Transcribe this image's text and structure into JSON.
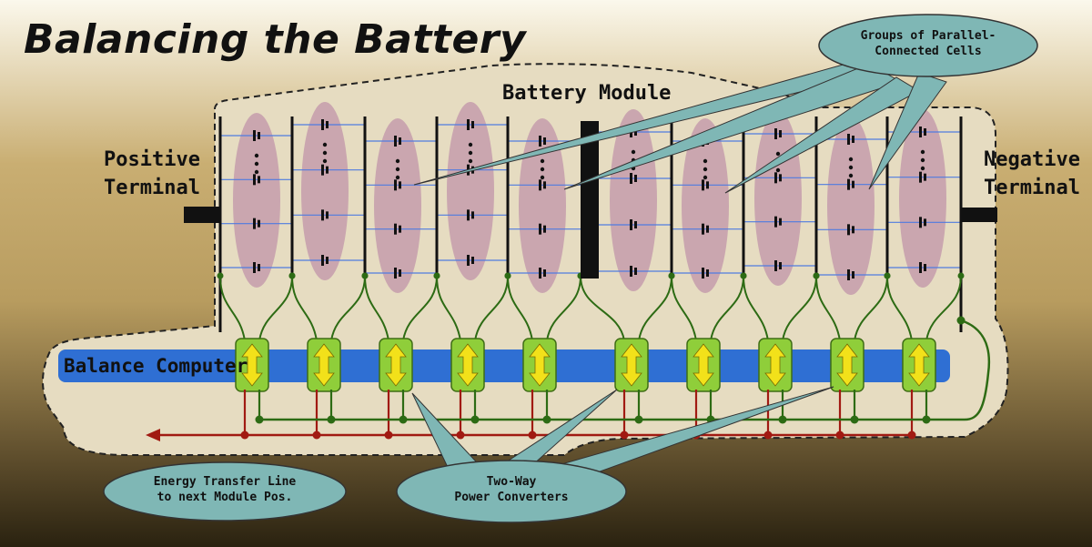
{
  "title": "Balancing the Battery",
  "labels": {
    "battery_module": "Battery Module",
    "positive_line1": "Positive",
    "positive_line2": "Terminal",
    "negative_line1": "Negative",
    "negative_line2": "Terminal",
    "balance_computer": "Balance Computer"
  },
  "callouts": {
    "parallel_groups_line1": "Groups of Parallel-",
    "parallel_groups_line2": "Connected Cells",
    "energy_line1": "Energy Transfer Line",
    "energy_line2": "to next Module Pos.",
    "converters_line1": "Two-Way",
    "converters_line2": "Power Converters"
  },
  "colors": {
    "module_fill": "#e6dcc1",
    "cell_group": "#c7a0ad",
    "computer_bar": "#2f6fd3",
    "converter": "#8fce3a",
    "converter_arrow": "#f2e11a",
    "sense_wire": "#2d6b14",
    "energy_line": "#a11a12",
    "callout": "#7fb7b5"
  },
  "counts": {
    "cell_groups": 10,
    "converters": 10
  }
}
